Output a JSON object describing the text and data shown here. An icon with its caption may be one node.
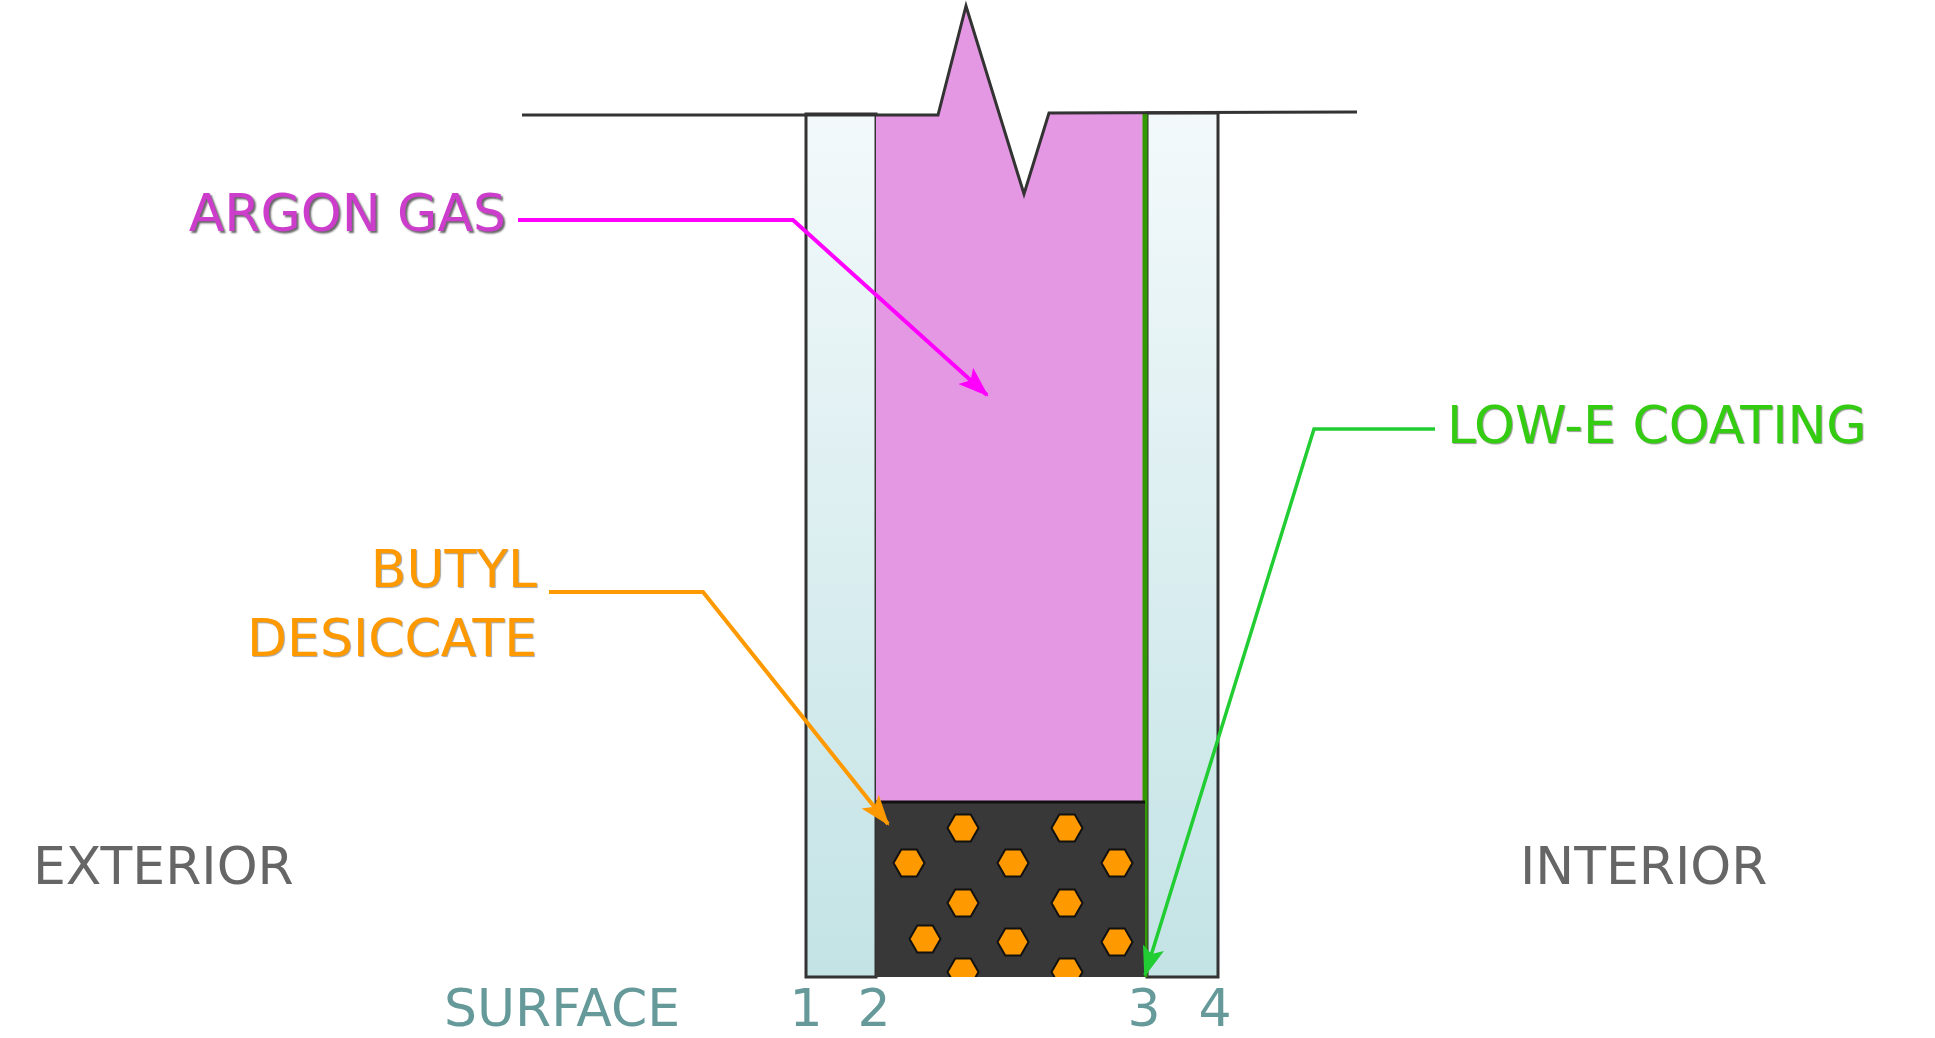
{
  "diagram": {
    "nodes": [
      {
        "text": [
          "ARGON GAS"
        ]
      },
      {
        "text": [],
        "shape": "box"
      },
      {
        "text": [
          "LOW-E COATING"
        ]
      },
      {
        "text": [],
        "shape": "bar"
      },
      {
        "text": [
          "BUTYL DESICCATE"
        ]
      },
      {
        "text": [],
        "shape": "box"
      }
    ],
    "edges": [
      {
        "from": 0,
        "to": 1,
        "arrow": "to",
        "color": "#ff00ff"
      },
      {
        "from": 2,
        "to": 3,
        "arrow": "to",
        "color": "#22cc33"
      },
      {
        "from": 4,
        "to": 5,
        "arrow": "to",
        "color": "#ff9900"
      }
    ],
    "labels": [
      "EXTERIOR",
      "INTERIOR",
      "SURFACE",
      "1",
      "2",
      "3",
      "4"
    ]
  }
}
